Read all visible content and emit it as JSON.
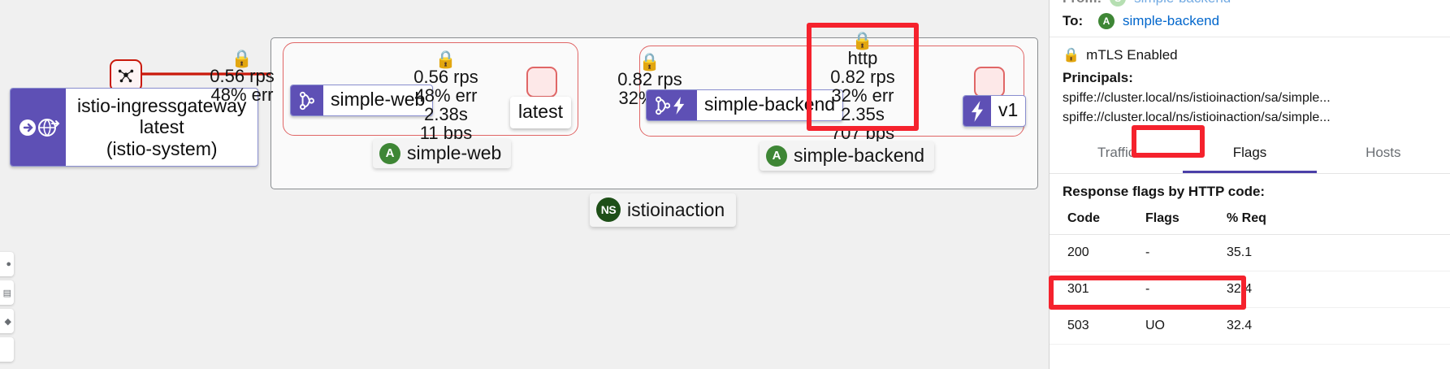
{
  "graph": {
    "namespace_badge": {
      "abbr": "NS",
      "label": "istioinaction"
    },
    "ingress": {
      "line1": "istio-ingressgateway",
      "line2": "latest",
      "line3": "(istio-system)",
      "icons": [
        "gateway-arrow-icon",
        "globe-icon"
      ]
    },
    "nodes": {
      "web_app": "simple-web",
      "web_version": "latest",
      "backend_app": "simple-backend",
      "backend_version": "v1"
    },
    "services": [
      {
        "abbr": "A",
        "label": "simple-web"
      },
      {
        "abbr": "A",
        "label": "simple-backend"
      }
    ],
    "edges": [
      {
        "id": "ingress-to-web",
        "lock": true,
        "lines": [
          "0.56 rps",
          "48% err"
        ]
      },
      {
        "id": "web-to-latest",
        "lock": true,
        "lines": [
          "0.56 rps",
          "48% err",
          "2.38s",
          "11 bps"
        ]
      },
      {
        "id": "latest-to-backendsvc",
        "lock": true,
        "lines": [
          "0.82 rps",
          "32% err"
        ]
      },
      {
        "id": "backend-to-v1",
        "lock": true,
        "lines": [
          "http",
          "0.82 rps",
          "32% err",
          "2.35s",
          "707 bps"
        ]
      }
    ]
  },
  "side_panel": {
    "from": {
      "key": "From:",
      "abbr": "S",
      "value": "simple-backend"
    },
    "to": {
      "key": "To:",
      "abbr": "A",
      "value": "simple-backend"
    },
    "mtls": "mTLS Enabled",
    "principals_label": "Principals:",
    "principals": [
      "spiffe://cluster.local/ns/istioinaction/sa/simple...",
      "spiffe://cluster.local/ns/istioinaction/sa/simple..."
    ],
    "tabs": [
      {
        "label": "Traffic",
        "active": false
      },
      {
        "label": "Flags",
        "active": true
      },
      {
        "label": "Hosts",
        "active": false
      }
    ],
    "table_title": "Response flags by HTTP code:",
    "columns": [
      "Code",
      "Flags",
      "% Req"
    ],
    "rows": [
      {
        "code": "200",
        "flags": "-",
        "pct": "35.1"
      },
      {
        "code": "301",
        "flags": "-",
        "pct": "32.4"
      },
      {
        "code": "503",
        "flags": "UO",
        "pct": "32.4"
      }
    ]
  },
  "colors": {
    "highlight": "#f5222d",
    "error_edge": "#c9190b",
    "app_purple": "#5e50b5",
    "service_green": "#3e8635",
    "namespace_green": "#1e4f18",
    "link_blue": "#06c"
  }
}
